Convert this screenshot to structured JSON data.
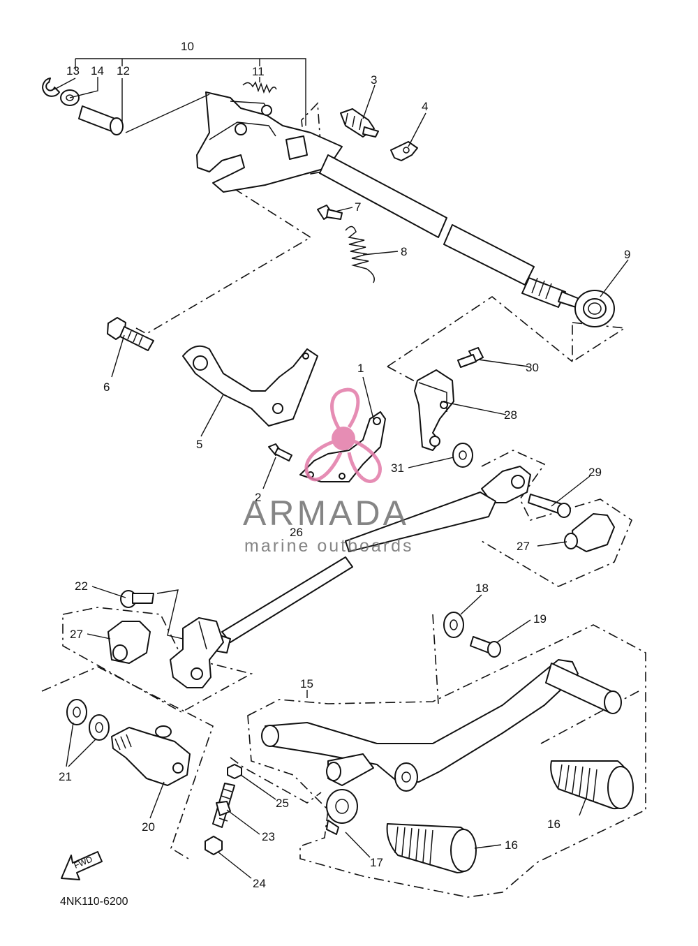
{
  "diagram": {
    "part_code": "4NK110-6200",
    "fwd_label": "FWD",
    "watermark": {
      "brand": "ARMADA",
      "tagline": "marine outboards",
      "brand_color": "#707070",
      "accent_color": "#e27aa8"
    },
    "callouts": {
      "c1": "1",
      "c2": "2",
      "c3": "3",
      "c4": "4",
      "c5": "5",
      "c6": "6",
      "c7": "7",
      "c8": "8",
      "c9": "9",
      "c10": "10",
      "c11": "11",
      "c12": "12",
      "c13": "13",
      "c14": "14",
      "c15": "15",
      "c16a": "16",
      "c16b": "16",
      "c17": "17",
      "c18": "18",
      "c19": "19",
      "c20": "20",
      "c21": "21",
      "c22": "22",
      "c23": "23",
      "c24": "24",
      "c25": "25",
      "c26": "26",
      "c27a": "27",
      "c27b": "27",
      "c28": "28",
      "c29": "29",
      "c30": "30",
      "c31": "31"
    }
  }
}
